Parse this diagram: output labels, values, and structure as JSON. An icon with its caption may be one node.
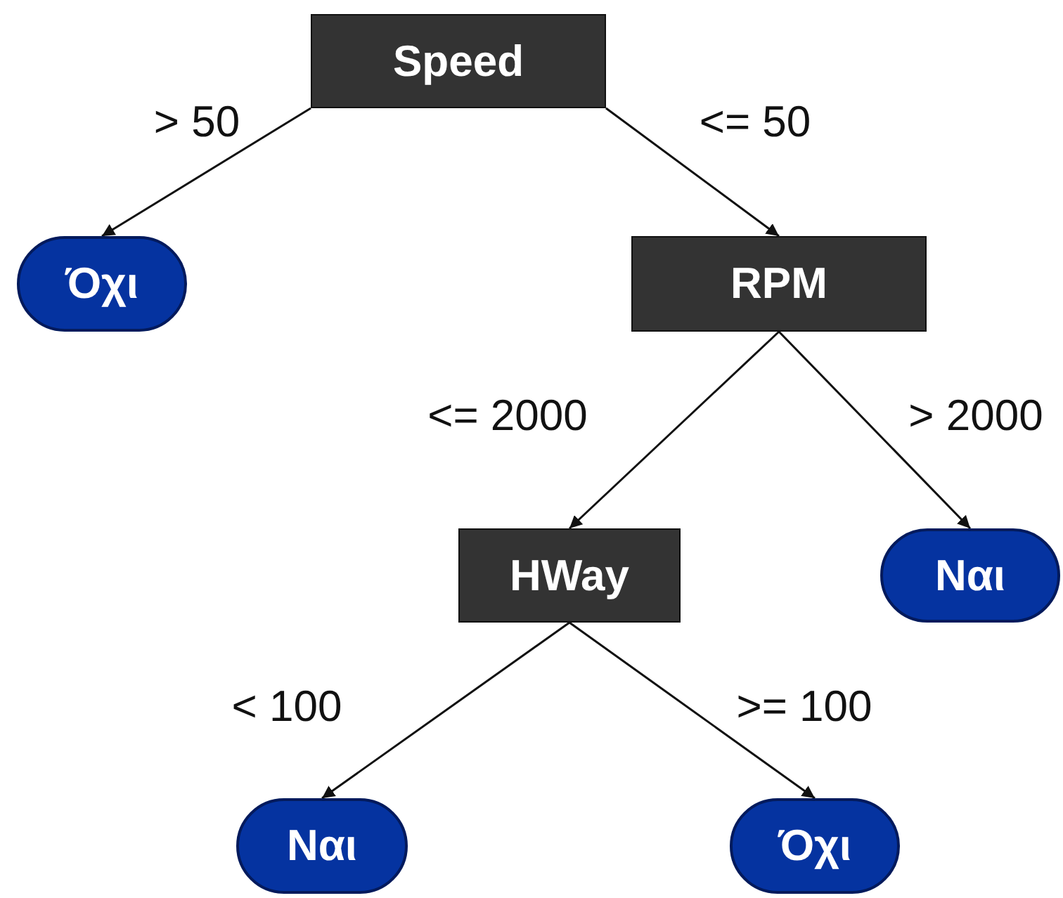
{
  "diagram": {
    "nodes": [
      {
        "text": [
          "Speed"
        ]
      },
      {
        "text": [
          "Όχι"
        ]
      },
      {
        "text": [
          "RPM"
        ]
      },
      {
        "text": [
          "HWay"
        ]
      },
      {
        "text": [
          "Ναι"
        ]
      },
      {
        "text": [
          "Ναι"
        ]
      },
      {
        "text": [
          "Όχι"
        ]
      }
    ],
    "edges": [
      {
        "from": 0,
        "to": 1,
        "arrow": "to",
        "label": "> 50"
      },
      {
        "from": 0,
        "to": 2,
        "arrow": "to",
        "label": "<= 50"
      },
      {
        "from": 2,
        "to": 3,
        "arrow": "to",
        "label": "<= 2000"
      },
      {
        "from": 2,
        "to": 4,
        "arrow": "to",
        "label": "> 2000"
      },
      {
        "from": 3,
        "to": 5,
        "arrow": "to",
        "label": "< 100"
      },
      {
        "from": 3,
        "to": 6,
        "arrow": "to",
        "label": ">= 100"
      }
    ]
  }
}
